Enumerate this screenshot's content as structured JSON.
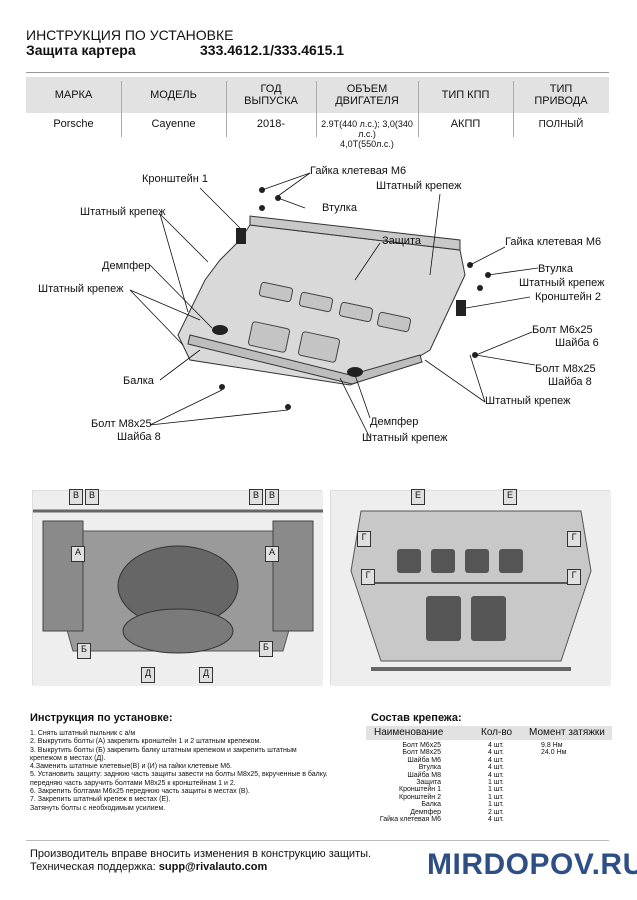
{
  "header": {
    "title": "ИНСТРУКЦИЯ ПО УСТАНОВКЕ",
    "product": "Защита картера",
    "code": "333.4612.1/333.4615.1"
  },
  "spec_table": {
    "headers": [
      "МАРКА",
      "МОДЕЛЬ",
      "ГОД ВЫПУСКА",
      "ОБЪЕМ ДВИГАТЕЛЯ",
      "ТИП КПП",
      "ТИП ПРИВОДА"
    ],
    "row": {
      "brand": "Porsche",
      "model": "Cayenne",
      "year": "2018-",
      "engine_line1": "2.9T(440 л.с.); 3,0(340 л.с.)",
      "engine_line2": "4,0T(550л.с.)",
      "gearbox": "АКПП",
      "drive": "ПОЛНЫЙ"
    }
  },
  "diagram_labels": {
    "kronshtein1": "Кронштейн 1",
    "gayka_left": "Гайка клетевая М6",
    "shtat_top": "Штатный крепеж",
    "shtat_left1": "Штатный крепеж",
    "vtulka_left": "Втулка",
    "zashchita": "Защита",
    "gayka_right": "Гайка клетевая М6",
    "dempfer_left": "Демпфер",
    "vtulka_right": "Втулка",
    "shtat_right1": "Штатный крепеж",
    "shtat_left2": "Штатный крепеж",
    "kronshtein2": "Кронштейн 2",
    "bolt_m6": "Болт М6х25",
    "shayba6": "Шайба 6",
    "balka": "Балка",
    "bolt_m8_right": "Болт М8х25",
    "shayba8_right": "Шайба 8",
    "shtat_right2": "Штатный крепеж",
    "bolt_m8_left": "Болт М8х25",
    "shayba8_left": "Шайба 8",
    "dempfer_bottom": "Демпфер",
    "shtat_bottom": "Штатный крепеж"
  },
  "photo_markers": {
    "left": [
      "В",
      "В",
      "В",
      "В",
      "А",
      "А",
      "Б",
      "Б",
      "Д",
      "Д"
    ],
    "right": [
      "Е",
      "Е",
      "Г",
      "Г",
      "Г",
      "Г"
    ]
  },
  "instructions": {
    "title": "Инструкция по установке:",
    "steps": [
      "1. Снять штатный пыльник с а/м",
      "2. Выкрутить болты (А) закрепить кронштейн 1 и 2 штатным крепежом.",
      "3. Выкрутить болты (Б) закрепить балку штатным крепежом и закрепить штатным",
      "крепежом в местах (Д).",
      "4.Заменить штатные клетевые(В) и (И) на гайки клетевые М6.",
      "5. Установить защиту: заднюю часть защиты завести на болты М8х25, вкрученные в балку.",
      "передняю часть заручить болтами М8х25 к кронштейнам 1 и 2.",
      "6. Закрепить болтами М6х25 переднюю часть защиты в местах (В).",
      "7. Закрепить штатный крепеж в местах (Е).",
      " Затянуть болты с необходимым усилием."
    ]
  },
  "fasteners": {
    "title": "Состав крепежа:",
    "col_name": "Наименование",
    "col_qty": "Кол-во",
    "col_torque": "Момент затяжки",
    "rows": [
      {
        "name": "Болт М6х25",
        "qty": "4 шт.",
        "torque": "9.8 Нм"
      },
      {
        "name": "Болт М8х25",
        "qty": "4 шт.",
        "torque": "24.0 Нм"
      },
      {
        "name": "Шайба М6",
        "qty": "4 шт.",
        "torque": ""
      },
      {
        "name": "Втулка",
        "qty": "4 шт.",
        "torque": ""
      },
      {
        "name": "Шайба М8",
        "qty": "4 шт.",
        "torque": ""
      },
      {
        "name": "Защита",
        "qty": "1 шт.",
        "torque": ""
      },
      {
        "name": "Кронштейн 1",
        "qty": "1 шт.",
        "torque": ""
      },
      {
        "name": "Кронштейн 2",
        "qty": "1 шт.",
        "torque": ""
      },
      {
        "name": "Балка",
        "qty": "1 шт.",
        "torque": ""
      },
      {
        "name": "Демпфер",
        "qty": "2 шт.",
        "torque": ""
      },
      {
        "name": "Гайка клетевая М6",
        "qty": "4 шт.",
        "torque": ""
      }
    ]
  },
  "footer": {
    "line1": "Производитель вправе вносить изменения в конструкцию защиты.",
    "line2_label": "Техническая поддержка: ",
    "line2_email": "supp@rivalauto.com",
    "watermark": "MIRDOPOV.RU"
  },
  "colors": {
    "brand_blue": "#2d4f86",
    "header_gray": "#e2e2e2",
    "plate": "#d9d9d9"
  }
}
